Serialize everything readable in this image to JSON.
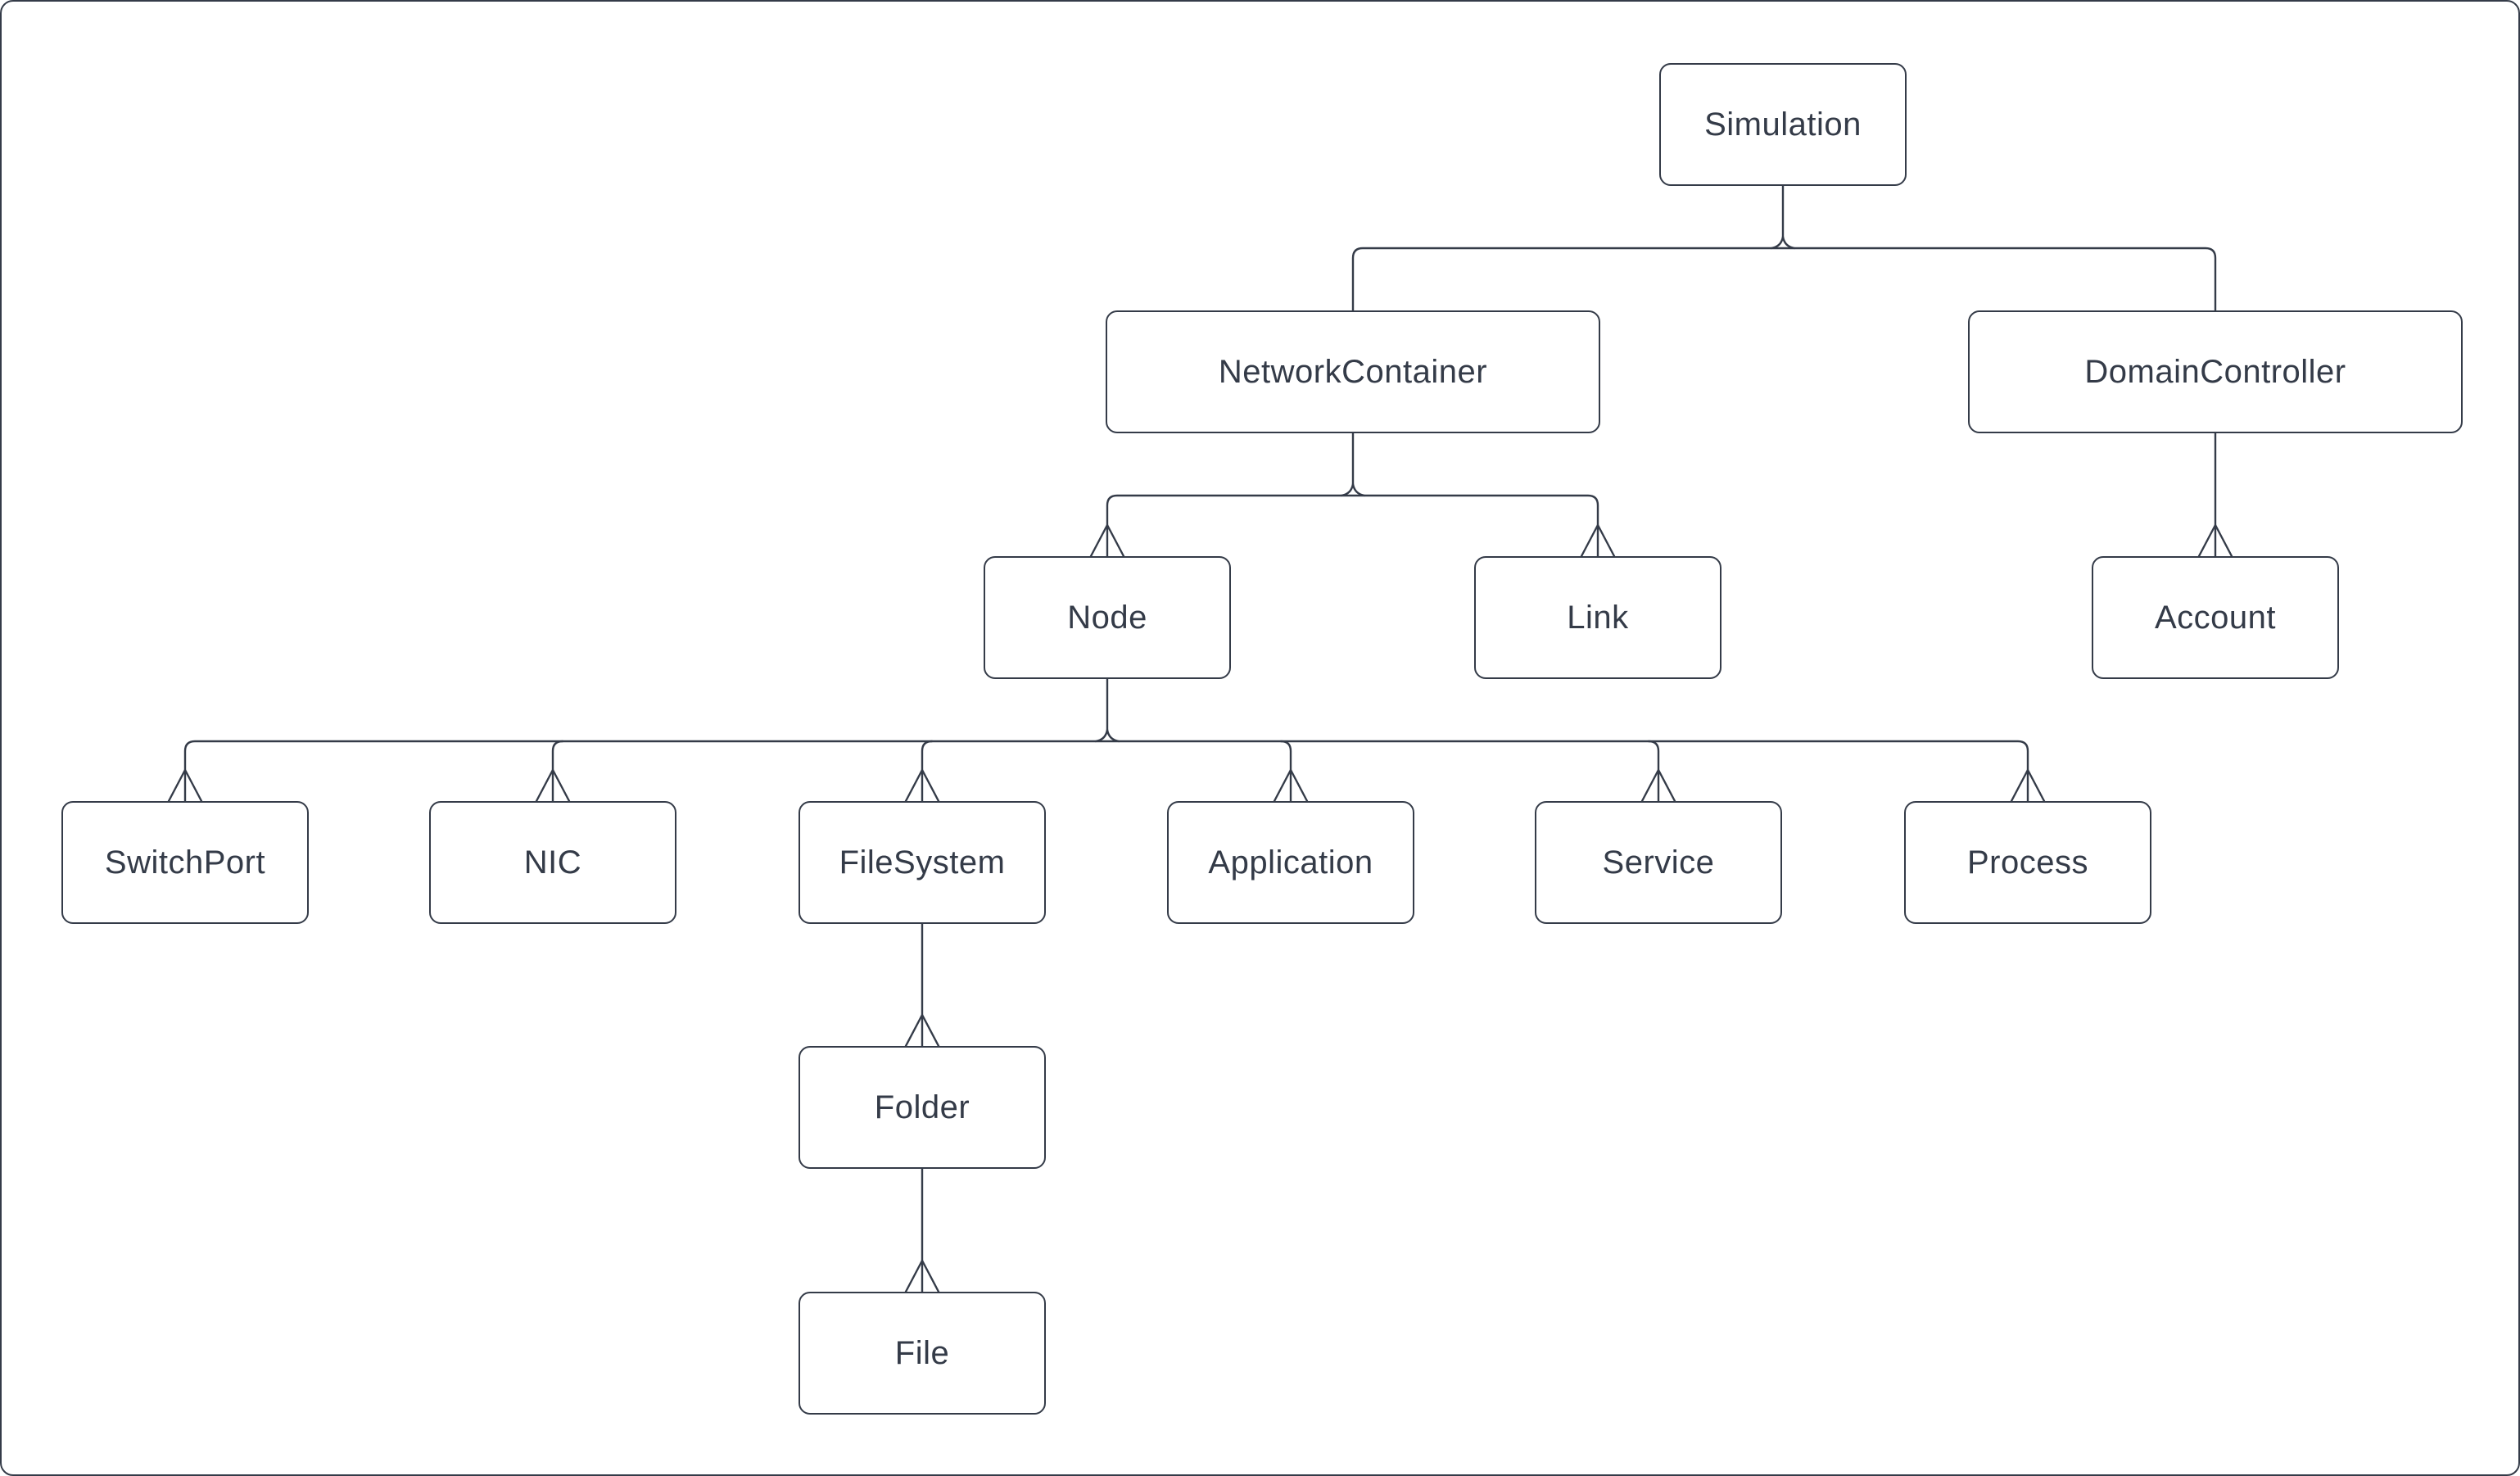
{
  "diagram": {
    "kind": "tree-hierarchy",
    "background_color": "#ffffff",
    "stroke_color": "#343b48",
    "text_color": "#343b48",
    "arrow_style": "open chevron pointing up, placed just above each child box",
    "nodes": {
      "simulation": {
        "label": "Simulation"
      },
      "network_container": {
        "label": "NetworkContainer"
      },
      "domain_controller": {
        "label": "DomainController"
      },
      "node": {
        "label": "Node"
      },
      "link": {
        "label": "Link"
      },
      "account": {
        "label": "Account"
      },
      "switch_port": {
        "label": "SwitchPort"
      },
      "nic": {
        "label": "NIC"
      },
      "file_system": {
        "label": "FileSystem"
      },
      "application": {
        "label": "Application"
      },
      "service": {
        "label": "Service"
      },
      "process": {
        "label": "Process"
      },
      "folder": {
        "label": "Folder"
      },
      "file": {
        "label": "File"
      }
    },
    "edges": [
      {
        "parent": "Simulation",
        "child": "NetworkContainer"
      },
      {
        "parent": "Simulation",
        "child": "DomainController"
      },
      {
        "parent": "NetworkContainer",
        "child": "Node"
      },
      {
        "parent": "NetworkContainer",
        "child": "Link"
      },
      {
        "parent": "DomainController",
        "child": "Account"
      },
      {
        "parent": "Node",
        "child": "SwitchPort"
      },
      {
        "parent": "Node",
        "child": "NIC"
      },
      {
        "parent": "Node",
        "child": "FileSystem"
      },
      {
        "parent": "Node",
        "child": "Application"
      },
      {
        "parent": "Node",
        "child": "Service"
      },
      {
        "parent": "Node",
        "child": "Process"
      },
      {
        "parent": "FileSystem",
        "child": "Folder"
      },
      {
        "parent": "Folder",
        "child": "File"
      }
    ]
  }
}
